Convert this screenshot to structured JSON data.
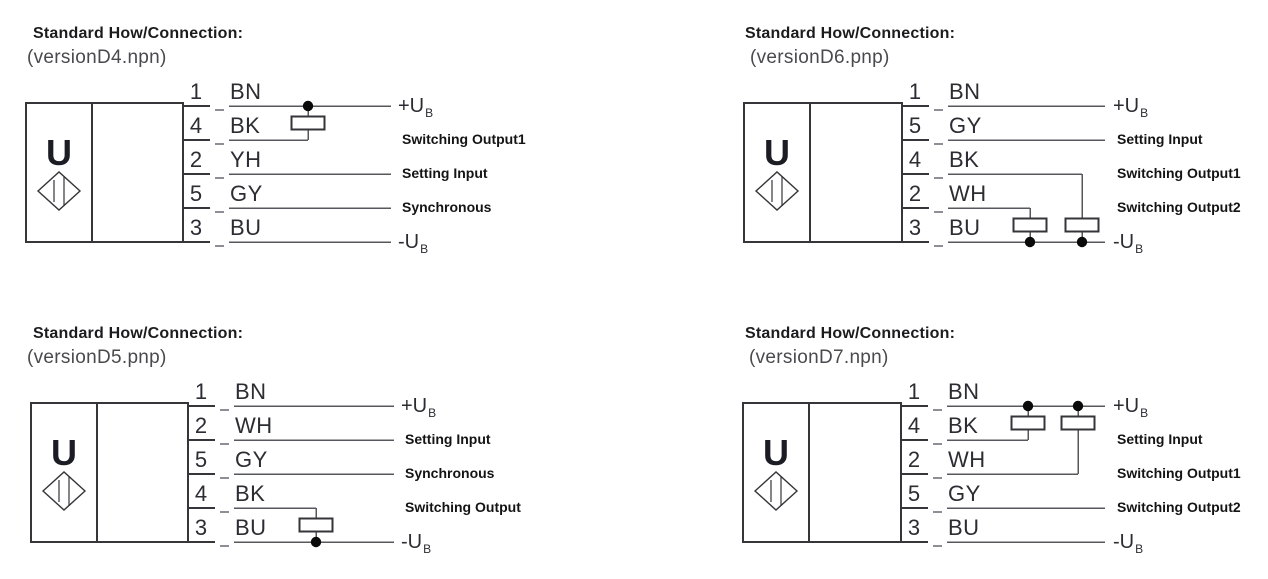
{
  "page": {
    "background": "#ffffff"
  },
  "colors": {
    "outline": "#35353a",
    "wire": "#57575e",
    "dash": "#8e8e96",
    "dot": "#0a0a0a",
    "load_fill": "#ffffff",
    "title_text": "#1c1c1e",
    "version_text": "#4a4a4e",
    "label_text": "#141414"
  },
  "diagrams": [
    {
      "id": "versionD4",
      "title": "Standard How/Connection:",
      "version": "(versionD4.npn)",
      "sensor_label": "U",
      "pins": [
        {
          "pin": "1",
          "wire_color": "BN",
          "terminal": "+U",
          "terminal_sub": "B"
        },
        {
          "pin": "4",
          "wire_color": "BK",
          "terminal": "Switching Output1"
        },
        {
          "pin": "2",
          "wire_color": "YH",
          "terminal": "Setting Input"
        },
        {
          "pin": "5",
          "wire_color": "GY",
          "terminal": "Synchronous"
        },
        {
          "pin": "3",
          "wire_color": "BU",
          "terminal": "-U",
          "terminal_sub": "B"
        }
      ],
      "connections": [
        {
          "component": "load",
          "from_pin": "4",
          "to_rail": "+UB",
          "junction_dot_on": "+UB"
        }
      ]
    },
    {
      "id": "versionD6",
      "title": "Standard How/Connection:",
      "version": "(versionD6.pnp)",
      "sensor_label": "U",
      "pins": [
        {
          "pin": "1",
          "wire_color": "BN",
          "terminal": "+U",
          "terminal_sub": "B"
        },
        {
          "pin": "5",
          "wire_color": "GY",
          "terminal": "Setting Input"
        },
        {
          "pin": "4",
          "wire_color": "BK",
          "terminal": "Switching Output1"
        },
        {
          "pin": "2",
          "wire_color": "WH",
          "terminal": "Switching Output2"
        },
        {
          "pin": "3",
          "wire_color": "BU",
          "terminal": "-U",
          "terminal_sub": "B"
        }
      ],
      "connections": [
        {
          "component": "load",
          "from_pin": "4",
          "to_rail": "-UB",
          "junction_dot_on": "-UB"
        },
        {
          "component": "load",
          "from_pin": "2",
          "to_rail": "-UB",
          "junction_dot_on": "-UB"
        }
      ]
    },
    {
      "id": "versionD5",
      "title": "Standard How/Connection:",
      "version": "(versionD5.pnp)",
      "sensor_label": "U",
      "pins": [
        {
          "pin": "1",
          "wire_color": "BN",
          "terminal": "+U",
          "terminal_sub": "B"
        },
        {
          "pin": "2",
          "wire_color": "WH",
          "terminal": "Setting Input"
        },
        {
          "pin": "5",
          "wire_color": "GY",
          "terminal": "Synchronous"
        },
        {
          "pin": "4",
          "wire_color": "BK",
          "terminal": "Switching Output"
        },
        {
          "pin": "3",
          "wire_color": "BU",
          "terminal": "-U",
          "terminal_sub": "B"
        }
      ],
      "connections": [
        {
          "component": "load",
          "from_pin": "4",
          "to_rail": "-UB",
          "junction_dot_on": "-UB"
        }
      ]
    },
    {
      "id": "versionD7",
      "title": "Standard How/Connection:",
      "version": "(versionD7.npn)",
      "sensor_label": "U",
      "pins": [
        {
          "pin": "1",
          "wire_color": "BN",
          "terminal": "+U",
          "terminal_sub": "B"
        },
        {
          "pin": "4",
          "wire_color": "BK",
          "terminal": "Setting Input"
        },
        {
          "pin": "2",
          "wire_color": "WH",
          "terminal": "Switching Output1"
        },
        {
          "pin": "5",
          "wire_color": "GY",
          "terminal": "Switching Output2"
        },
        {
          "pin": "3",
          "wire_color": "BU",
          "terminal": "-U",
          "terminal_sub": "B"
        }
      ],
      "connections": [
        {
          "component": "load",
          "from_pin": "4",
          "to_rail": "+UB",
          "junction_dot_on": "+UB"
        },
        {
          "component": "load",
          "from_pin": "2",
          "to_rail": "+UB",
          "junction_dot_on": "+UB"
        }
      ]
    }
  ]
}
